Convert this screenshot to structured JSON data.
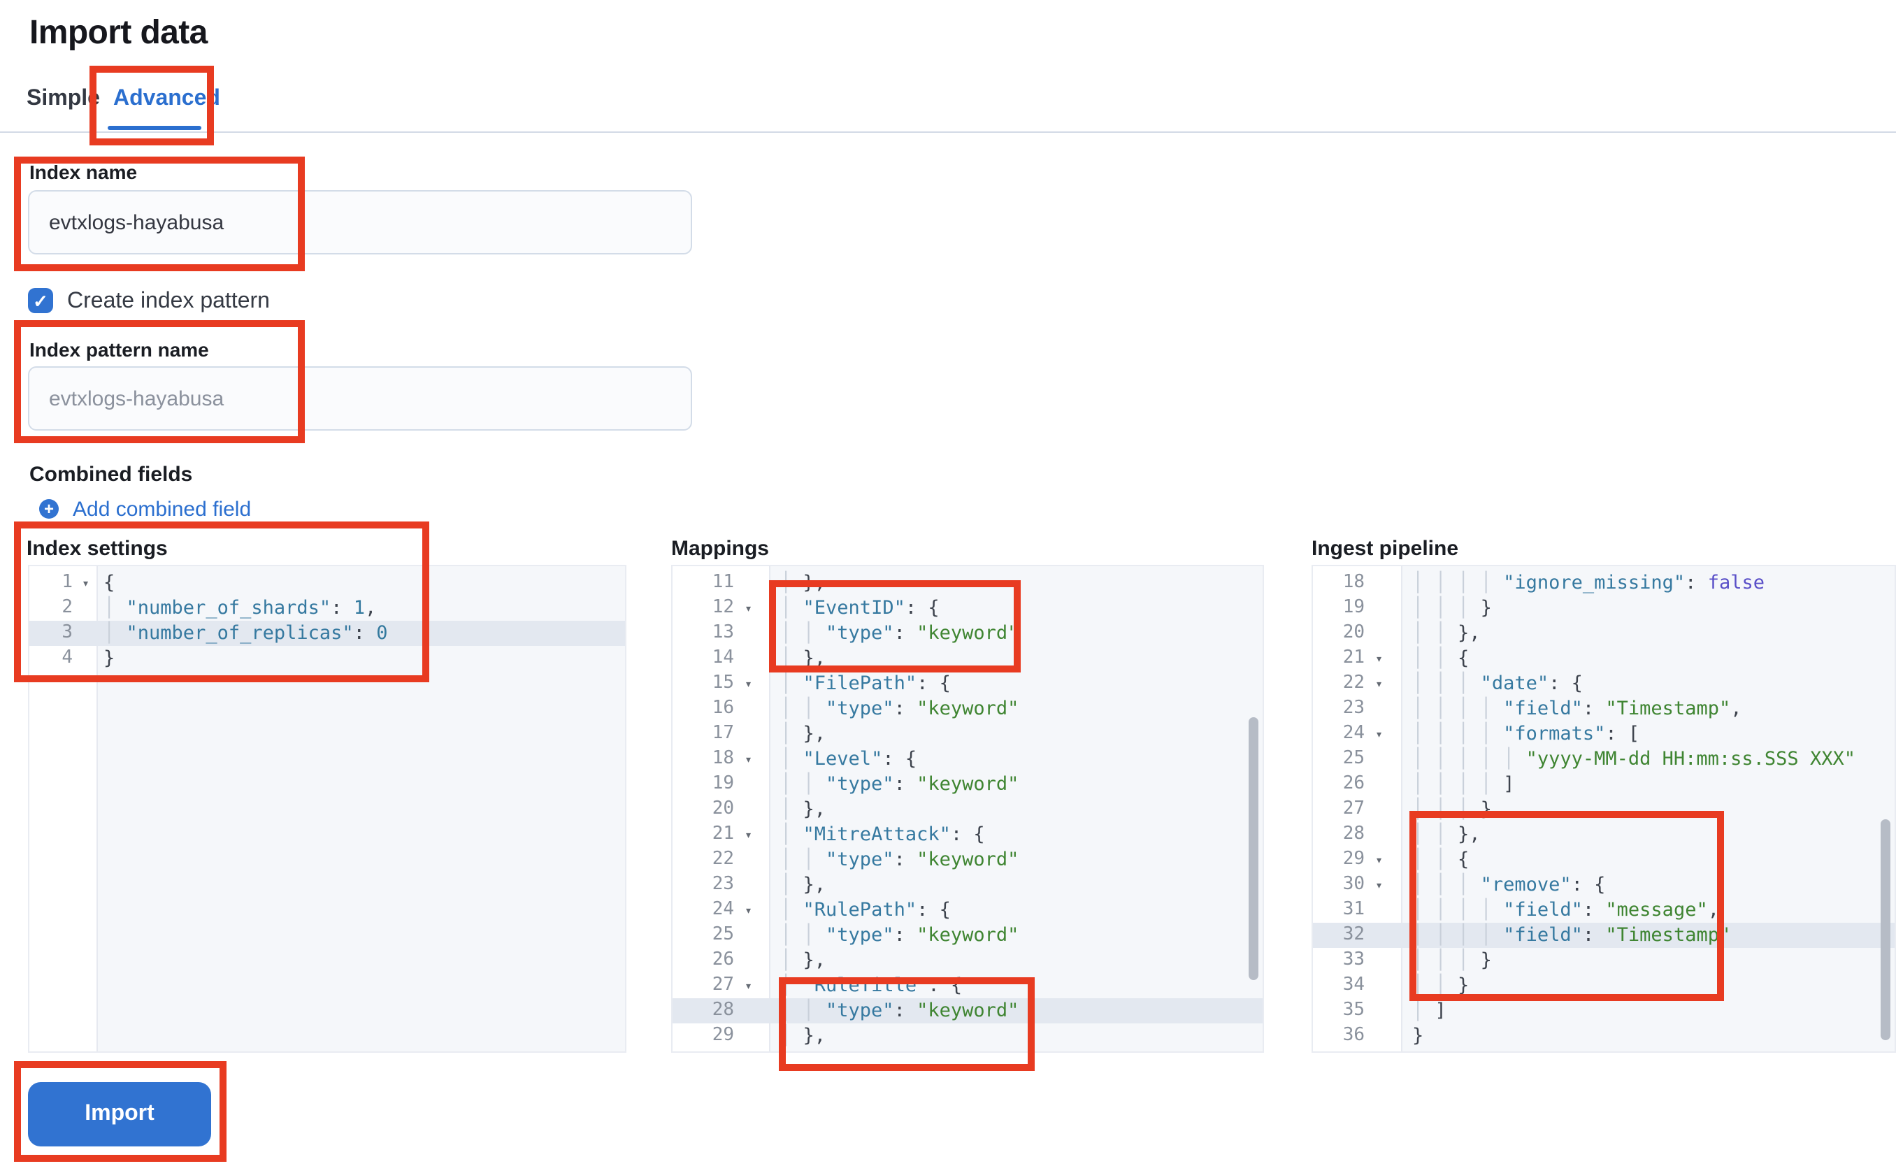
{
  "page": {
    "title": "Import data"
  },
  "tabs": [
    {
      "label": "Simple",
      "active": false
    },
    {
      "label": "Advanced",
      "active": true
    }
  ],
  "form": {
    "index_name": {
      "label": "Index name",
      "value": "evtxlogs-hayabusa"
    },
    "create_index_pattern": {
      "label": "Create index pattern",
      "checked": true,
      "check_glyph": "✓"
    },
    "index_pattern_name": {
      "label": "Index pattern name",
      "placeholder": "evtxlogs-hayabusa"
    },
    "combined_fields": {
      "label": "Combined fields",
      "add_link": "Add combined field",
      "plus_icon": "+"
    }
  },
  "editors": {
    "index_settings": {
      "label": "Index settings",
      "lines": [
        {
          "n": 1,
          "i": 0,
          "f": true,
          "t": [
            [
              "p",
              "{"
            ]
          ]
        },
        {
          "n": 2,
          "i": 2,
          "t": [
            [
              "k",
              "\"number_of_shards\""
            ],
            [
              "p",
              ": "
            ],
            [
              "n",
              "1"
            ],
            [
              "p",
              ","
            ]
          ]
        },
        {
          "n": 3,
          "i": 2,
          "a": true,
          "t": [
            [
              "k",
              "\"number_of_replicas\""
            ],
            [
              "p",
              ": "
            ],
            [
              "n",
              "0"
            ]
          ]
        },
        {
          "n": 4,
          "i": 0,
          "t": [
            [
              "p",
              "}"
            ]
          ]
        }
      ]
    },
    "mappings": {
      "label": "Mappings",
      "lines": [
        {
          "n": 11,
          "i": 2,
          "t": [
            [
              "p",
              "},"
            ]
          ]
        },
        {
          "n": 12,
          "i": 2,
          "f": true,
          "t": [
            [
              "k",
              "\"EventID\""
            ],
            [
              "p",
              ": {"
            ]
          ]
        },
        {
          "n": 13,
          "i": 4,
          "t": [
            [
              "k",
              "\"type\""
            ],
            [
              "p",
              ": "
            ],
            [
              "s",
              "\"keyword\""
            ]
          ]
        },
        {
          "n": 14,
          "i": 2,
          "t": [
            [
              "p",
              "},"
            ]
          ]
        },
        {
          "n": 15,
          "i": 2,
          "f": true,
          "t": [
            [
              "k",
              "\"FilePath\""
            ],
            [
              "p",
              ": {"
            ]
          ]
        },
        {
          "n": 16,
          "i": 4,
          "t": [
            [
              "k",
              "\"type\""
            ],
            [
              "p",
              ": "
            ],
            [
              "s",
              "\"keyword\""
            ]
          ]
        },
        {
          "n": 17,
          "i": 2,
          "t": [
            [
              "p",
              "},"
            ]
          ]
        },
        {
          "n": 18,
          "i": 2,
          "f": true,
          "t": [
            [
              "k",
              "\"Level\""
            ],
            [
              "p",
              ": {"
            ]
          ]
        },
        {
          "n": 19,
          "i": 4,
          "t": [
            [
              "k",
              "\"type\""
            ],
            [
              "p",
              ": "
            ],
            [
              "s",
              "\"keyword\""
            ]
          ]
        },
        {
          "n": 20,
          "i": 2,
          "t": [
            [
              "p",
              "},"
            ]
          ]
        },
        {
          "n": 21,
          "i": 2,
          "f": true,
          "t": [
            [
              "k",
              "\"MitreAttack\""
            ],
            [
              "p",
              ": {"
            ]
          ]
        },
        {
          "n": 22,
          "i": 4,
          "t": [
            [
              "k",
              "\"type\""
            ],
            [
              "p",
              ": "
            ],
            [
              "s",
              "\"keyword\""
            ]
          ]
        },
        {
          "n": 23,
          "i": 2,
          "t": [
            [
              "p",
              "},"
            ]
          ]
        },
        {
          "n": 24,
          "i": 2,
          "f": true,
          "t": [
            [
              "k",
              "\"RulePath\""
            ],
            [
              "p",
              ": {"
            ]
          ]
        },
        {
          "n": 25,
          "i": 4,
          "t": [
            [
              "k",
              "\"type\""
            ],
            [
              "p",
              ": "
            ],
            [
              "s",
              "\"keyword\""
            ]
          ]
        },
        {
          "n": 26,
          "i": 2,
          "t": [
            [
              "p",
              "},"
            ]
          ]
        },
        {
          "n": 27,
          "i": 2,
          "f": true,
          "t": [
            [
              "k",
              "\"RuleTitle\""
            ],
            [
              "p",
              ": {"
            ]
          ]
        },
        {
          "n": 28,
          "i": 4,
          "a": true,
          "t": [
            [
              "k",
              "\"type\""
            ],
            [
              "p",
              ": "
            ],
            [
              "s",
              "\"keyword\""
            ]
          ]
        },
        {
          "n": 29,
          "i": 2,
          "t": [
            [
              "p",
              "},"
            ]
          ]
        }
      ]
    },
    "ingest_pipeline": {
      "label": "Ingest pipeline",
      "lines": [
        {
          "n": 18,
          "i": 8,
          "t": [
            [
              "k",
              "\"ignore_missing\""
            ],
            [
              "p",
              ": "
            ],
            [
              "b",
              "false"
            ]
          ]
        },
        {
          "n": 19,
          "i": 6,
          "t": [
            [
              "p",
              "}"
            ]
          ]
        },
        {
          "n": 20,
          "i": 4,
          "t": [
            [
              "p",
              "},"
            ]
          ]
        },
        {
          "n": 21,
          "i": 4,
          "f": true,
          "t": [
            [
              "p",
              "{"
            ]
          ]
        },
        {
          "n": 22,
          "i": 6,
          "f": true,
          "t": [
            [
              "k",
              "\"date\""
            ],
            [
              "p",
              ": {"
            ]
          ]
        },
        {
          "n": 23,
          "i": 8,
          "t": [
            [
              "k",
              "\"field\""
            ],
            [
              "p",
              ": "
            ],
            [
              "s",
              "\"Timestamp\""
            ],
            [
              "p",
              ","
            ]
          ]
        },
        {
          "n": 24,
          "i": 8,
          "f": true,
          "t": [
            [
              "k",
              "\"formats\""
            ],
            [
              "p",
              ": ["
            ]
          ]
        },
        {
          "n": 25,
          "i": 10,
          "t": [
            [
              "s",
              "\"yyyy-MM-dd HH:mm:ss.SSS XXX\""
            ]
          ]
        },
        {
          "n": 26,
          "i": 8,
          "t": [
            [
              "p",
              "]"
            ]
          ]
        },
        {
          "n": 27,
          "i": 6,
          "t": [
            [
              "p",
              "}"
            ]
          ]
        },
        {
          "n": 28,
          "i": 4,
          "t": [
            [
              "p",
              "},"
            ]
          ]
        },
        {
          "n": 29,
          "i": 4,
          "f": true,
          "t": [
            [
              "p",
              "{"
            ]
          ]
        },
        {
          "n": 30,
          "i": 6,
          "f": true,
          "t": [
            [
              "k",
              "\"remove\""
            ],
            [
              "p",
              ": {"
            ]
          ]
        },
        {
          "n": 31,
          "i": 8,
          "t": [
            [
              "k",
              "\"field\""
            ],
            [
              "p",
              ": "
            ],
            [
              "s",
              "\"message\""
            ],
            [
              "p",
              ","
            ]
          ]
        },
        {
          "n": 32,
          "i": 8,
          "a": true,
          "t": [
            [
              "k",
              "\"field\""
            ],
            [
              "p",
              ": "
            ],
            [
              "s",
              "\"Timestamp\""
            ]
          ]
        },
        {
          "n": 33,
          "i": 6,
          "t": [
            [
              "p",
              "}"
            ]
          ]
        },
        {
          "n": 34,
          "i": 4,
          "t": [
            [
              "p",
              "}"
            ]
          ]
        },
        {
          "n": 35,
          "i": 2,
          "t": [
            [
              "p",
              "]"
            ]
          ]
        },
        {
          "n": 36,
          "i": 0,
          "t": [
            [
              "p",
              "}"
            ]
          ]
        }
      ]
    }
  },
  "import_button": {
    "label": "Import"
  },
  "colors": {
    "annotation": "#e83b21",
    "primary": "#3173d1",
    "link": "#2b6fcf",
    "key": "#3679a0",
    "string": "#3f8532",
    "number": "#33799e",
    "boolean": "#5a50c8",
    "active_line": "#e3e8f0"
  }
}
